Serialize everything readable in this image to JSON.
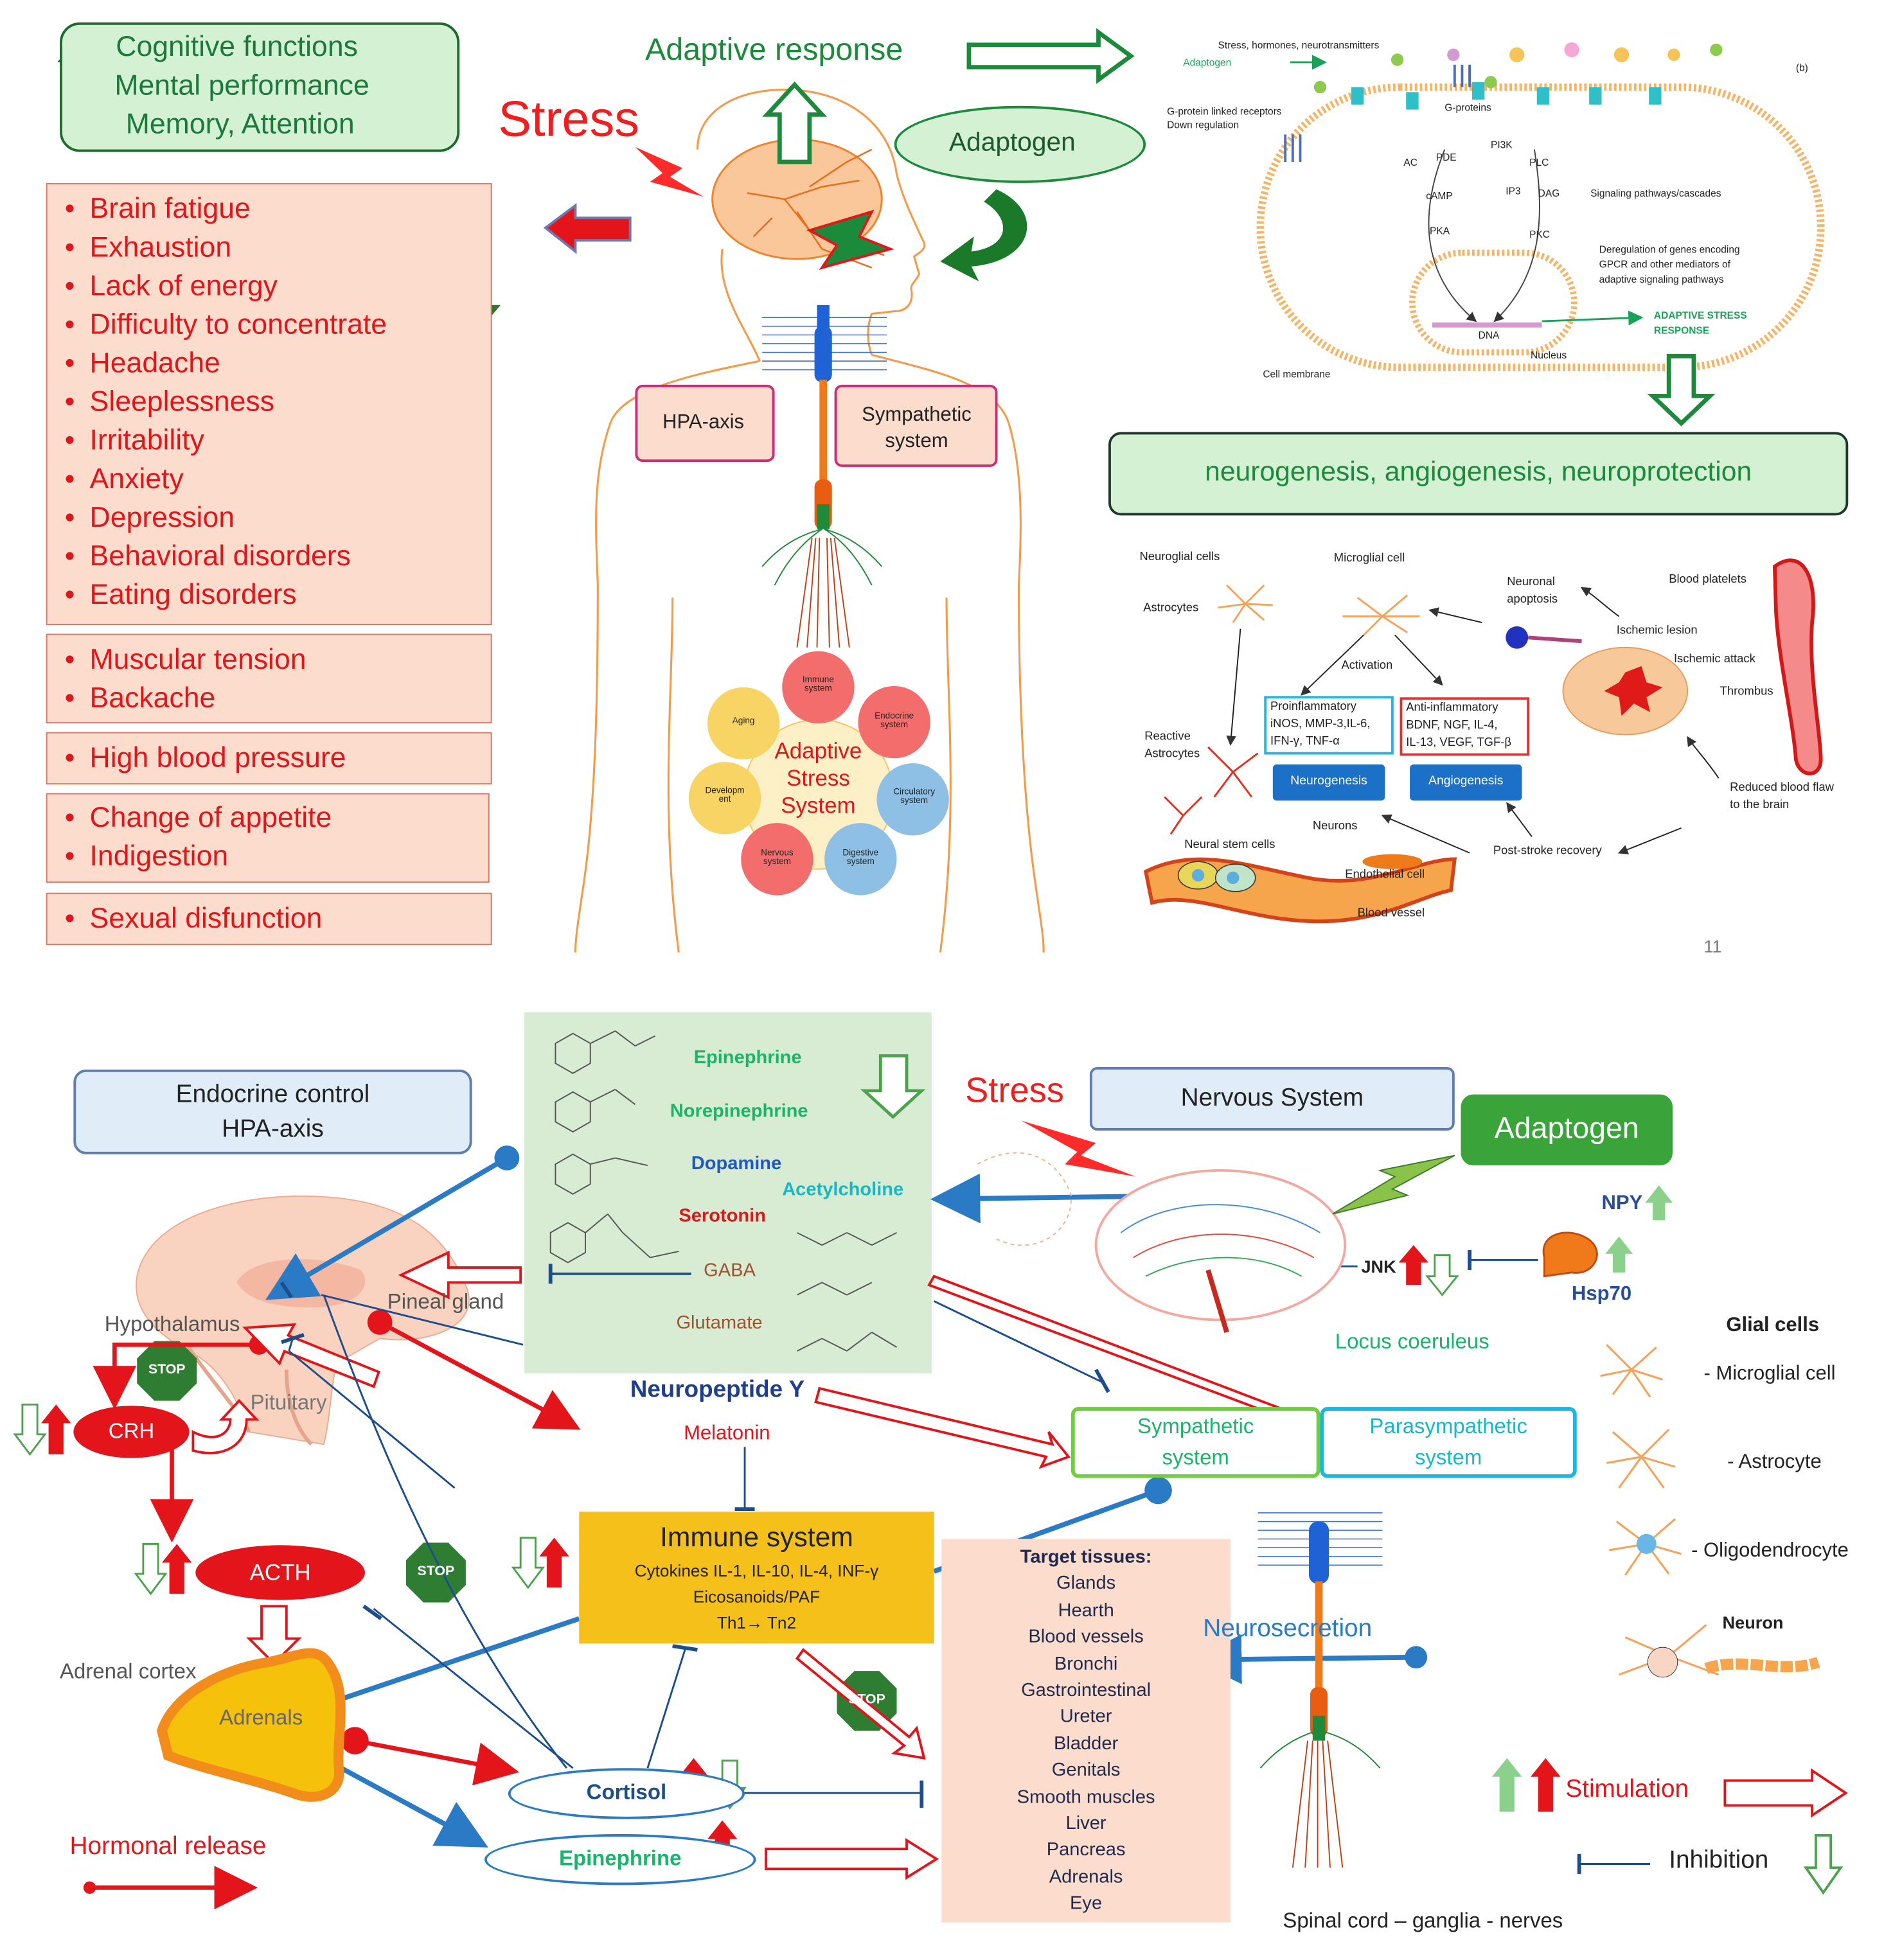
{
  "top": {
    "cognitive_box": [
      "Cognitive functions",
      "Mental performance",
      "Memory, Attention"
    ],
    "stress": "Stress",
    "adaptive_response": "Adaptive response",
    "adaptogen": "Adaptogen",
    "symptoms_group1": [
      "Brain fatigue",
      "Exhaustion",
      "Lack of energy",
      "Difficulty to concentrate",
      "Headache",
      "Sleeplessness",
      "Irritability",
      "Anxiety",
      "Depression",
      "Behavioral disorders",
      "Eating disorders"
    ],
    "symptoms_group2": [
      "Muscular tension",
      "Backache"
    ],
    "symptoms_group3": [
      "High blood pressure"
    ],
    "symptoms_group4": [
      "Change of appetite",
      "Indigestion"
    ],
    "symptoms_group5": [
      "Sexual disfunction"
    ],
    "hpa_axis": "HPA-axis",
    "sympathetic_system": "Sympathetic system",
    "adaptive_stress_system": "Adaptive Stress System",
    "circles": {
      "immune": "Immune system",
      "endocrine": "Endocrine system",
      "circulatory": "Circulatory system",
      "digestive": "Digestive system",
      "nervous": "Nervous system",
      "development": "Developm ent",
      "aging": "Aging"
    },
    "cell": {
      "stress_hormones": "Stress, hormones, neurotransmitters",
      "adaptogen": "Adaptogen",
      "label_b": "(b)",
      "gpcr": "G-protein linked receptors",
      "down_regulation": "Down regulation",
      "g_proteins": "G-proteins",
      "ac": "AC",
      "pde": "PDE",
      "pi3k": "PI3K",
      "plc": "PLC",
      "camp": "cAMP",
      "ip3": "IP3",
      "dag": "DAG",
      "pka": "PKA",
      "pkc": "PKC",
      "signaling": "Signaling pathways/cascades",
      "dereg": [
        "Deregulation of genes encoding",
        "GPCR and other mediators of",
        "adaptive signaling pathways"
      ],
      "dna": "DNA",
      "adaptive_stress_response": [
        "ADAPTIVE STRESS",
        "RESPONSE"
      ],
      "nucleus": "Nucleus",
      "cell_membrane": "Cell membrane"
    },
    "neurogenesis_box": "neurogenesis, angiogenesis, neuroprotection",
    "stroke": {
      "neuroglial_cells": "Neuroglial cells",
      "microglial_cell": "Microglial  cell",
      "astrocytes": "Astrocytes",
      "neuronal_apoptosis": [
        "Neuronal",
        "apoptosis"
      ],
      "blood_platelets": "Blood platelets",
      "ischemic_lesion": "Ischemic lesion",
      "ischemic_attack": "Ischemic attack",
      "thrombus": "Thrombus",
      "activation": "Activation",
      "proinflammatory": [
        "Proinflammatory",
        "iNOS, MMP-3,IL-6,",
        "IFN-γ, TNF-α"
      ],
      "antiinflammatory": [
        "Anti-inflammatory",
        "BDNF, NGF, IL-4,",
        "IL-13, VEGF, TGF-β"
      ],
      "reactive_astrocytes": [
        "Reactive",
        "Astrocytes"
      ],
      "neurogenesis": "Neurogenesis",
      "angiogenesis": "Angiogenesis",
      "reduced_flow": [
        "Reduced blood flaw",
        "to the brain"
      ],
      "neurons": "Neurons",
      "neural_stem_cells": "Neural  stem cells",
      "post_stroke": "Post-stroke recovery",
      "endothelial_cell": "Endothelial cell",
      "blood_vessel": "Blood vessel"
    },
    "page_number": "11"
  },
  "bottom": {
    "endocrine_control": [
      "Endocrine control",
      "HPA-axis"
    ],
    "nervous_system": "Nervous System",
    "stress": "Stress",
    "adaptogen": "Adaptogen",
    "npy": "NPY",
    "hsp70": "Hsp70",
    "jnk": "JNK",
    "neurotransmitters": {
      "epinephrine": "Epinephrine",
      "norepinephrine": "Norepinephrine",
      "dopamine": "Dopamine",
      "acetylcholine": "Acetylcholine",
      "serotonin": "Serotonin",
      "gaba": "GABA",
      "glutamate": "Glutamate"
    },
    "hypothalamus": "Hypothalamus",
    "pineal_gland": "Pineal gland",
    "pituitary": "Pituitary",
    "stop": "STOP",
    "crh": "CRH",
    "acth": "ACTH",
    "neuropeptide_y": "Neuropeptide Y",
    "melatonin": "Melatonin",
    "locus_coeruleus": "Locus coeruleus",
    "sympathetic": [
      "Sympathetic",
      "system"
    ],
    "parasympathetic": [
      "Parasympathetic",
      "system"
    ],
    "immune": {
      "title": "Immune system",
      "line1": "Cytokines IL-1, IL-10, IL-4, INF-γ",
      "line2": "Eicosanoids/PAF",
      "line3": "Th1→ Tn2"
    },
    "target_tissues": [
      "Target tissues:",
      "Glands",
      "Hearth",
      "Blood vessels",
      "Bronchi",
      "Gastrointestinal",
      "Ureter",
      "Bladder",
      "Genitals",
      "Smooth muscles",
      "Liver",
      "Pancreas",
      "Adrenals",
      "Eye"
    ],
    "neurosecretion": "Neurosecretion",
    "adrenal_cortex": "Adrenal cortex",
    "adrenals": "Adrenals",
    "cortisol": "Cortisol",
    "epinephrine": "Epinephrine",
    "hormonal_release": "Hormonal release",
    "glial_cells": "Glial cells",
    "microglial": "- Microglial cell",
    "astrocyte": "- Astrocyte",
    "oligodendrocyte": "- Oligodendrocyte",
    "neuron": "Neuron",
    "stimulation": "Stimulation",
    "inhibition": "Inhibition",
    "spinal_cord": "Spinal cord – ganglia - nerves"
  },
  "colors": {
    "red": "#e3151b",
    "green": "#1b8a3a",
    "light_green": "#d3f0d3",
    "salmon": "#fbdccd",
    "blue": "#2a7ac6",
    "orange": "#f6a04d",
    "immune_yellow": "#f6c01a"
  }
}
